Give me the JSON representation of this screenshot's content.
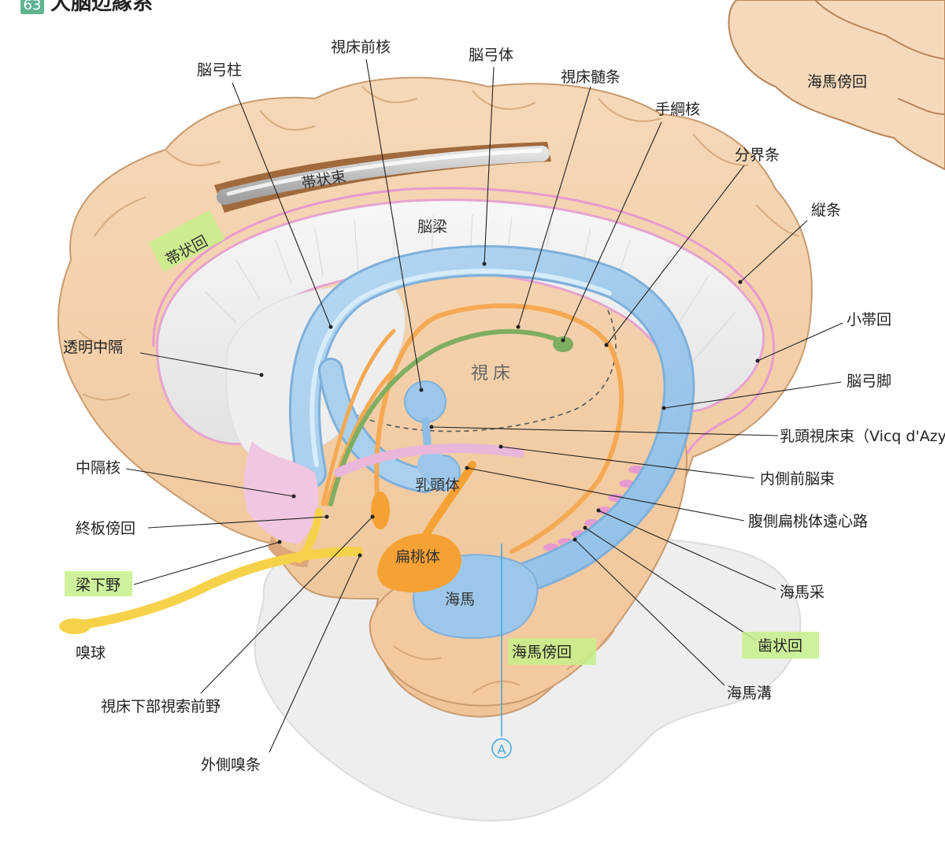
{
  "page": {
    "number": "63",
    "title": "大脳辺縁系",
    "axis_marker": "A"
  },
  "labels": {
    "fornix_column": "脳弓柱",
    "anterior_thalamic_nucleus": "視床前核",
    "fornix_body": "脳弓体",
    "stria_medullaris": "視床髄条",
    "habenular_nucleus": "手綱核",
    "stria_terminalis": "分界条",
    "longitudinal_stria": "縦条",
    "fasciolar_gyrus": "小帯回",
    "fornix_crus": "脳弓脚",
    "mammillothalamic_tract": "乳頭視床束（Vicq d'Azyr）",
    "medial_forebrain_bundle": "内側前脳束",
    "ventral_amygdalofugal": "腹側扁桃体遠心路",
    "fimbria": "海馬采",
    "dentate_gyrus": "歯状回",
    "hippocampal_sulcus": "海馬溝",
    "parahippocampal_top": "海馬傍回",
    "septum_pellucidum": "透明中隔",
    "septal_nucleus": "中隔核",
    "paraterminal_gyrus": "終板傍回",
    "subcallosal_area": "梁下野",
    "olfactory_bulb": "嗅球",
    "preoptic_area": "視床下部視索前野",
    "lateral_olfactory_stria": "外側嗅条",
    "cingulum": "帯状束",
    "cingulate_gyrus": "帯状回",
    "corpus_callosum": "脳梁",
    "thalamus": "視床",
    "mammillary_body": "乳頭体",
    "amygdala": "扁桃体",
    "hippocampus": "海馬",
    "parahippocampal_bottom": "海馬傍回"
  },
  "colors": {
    "cortex": "#f3d2ad",
    "cortex_light": "#fae6d0",
    "callosum": "#eeeeee",
    "fornix": "#9fc9ea",
    "stria_orange": "#f5a953",
    "stria_green": "#7fae62",
    "pink_line": "#e79ad0",
    "amygdala": "#f6a133",
    "olfactory": "#f6d24a",
    "highlight": "#c6f08a",
    "axis_line": "#3fa6dc"
  }
}
